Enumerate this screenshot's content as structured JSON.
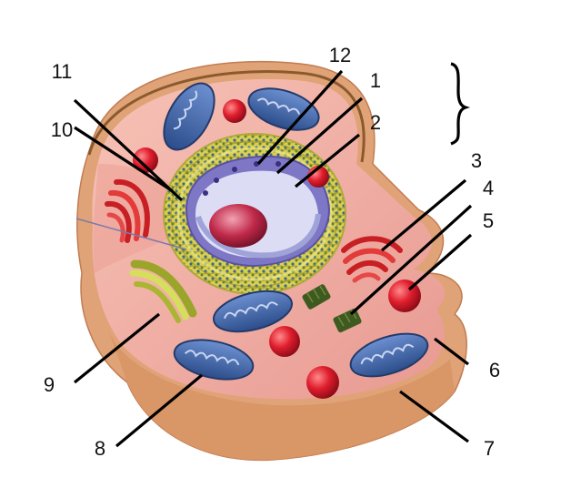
{
  "labels": {
    "l1": "1",
    "l2": "2",
    "l3": "3",
    "l4": "4",
    "l5": "5",
    "l6": "6",
    "l7": "7",
    "l8": "8",
    "l9": "9",
    "l10": "10",
    "l11": "11",
    "l12": "12"
  },
  "colors": {
    "cell_outer": "#e3a77a",
    "cytoplasm": "#f0b0a4",
    "nucleus": "#d8d8f4",
    "nucleolus": "#c0294a",
    "mitochondrion": "#3e64a6",
    "ribosome": "#e01e2e",
    "golgi": "#d8282c",
    "er": "#c8c044",
    "lysosome": "#3f5a20"
  }
}
